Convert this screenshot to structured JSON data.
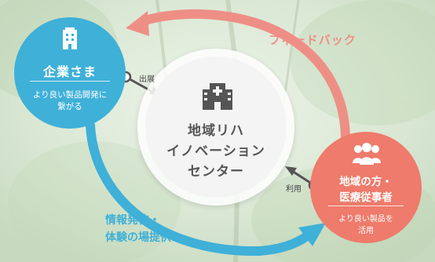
{
  "company": {
    "title": "企業さま",
    "desc_line1": "より良い製品開発に",
    "desc_line2": "繋がる",
    "color": "#3fb0d8"
  },
  "center": {
    "line1": "地域リハ",
    "line2": "イノベーション",
    "line3": "センター",
    "color": "#555555"
  },
  "community": {
    "title_line1": "地域の方・",
    "title_line2": "医療従事者",
    "desc_line1": "より良い製品を",
    "desc_line2": "活用",
    "color": "#ee7b6b"
  },
  "arrows": {
    "feedback": "フィードバック",
    "info_line1": "情報発信・",
    "info_line2": "体験の場提供",
    "exhibit": "出展",
    "use": "利用"
  },
  "icons": {
    "company": "building-icon",
    "center": "hospital-icon",
    "community": "people-icon"
  },
  "colors": {
    "feedback": "#ee8f86",
    "info": "#3fb0d8"
  }
}
